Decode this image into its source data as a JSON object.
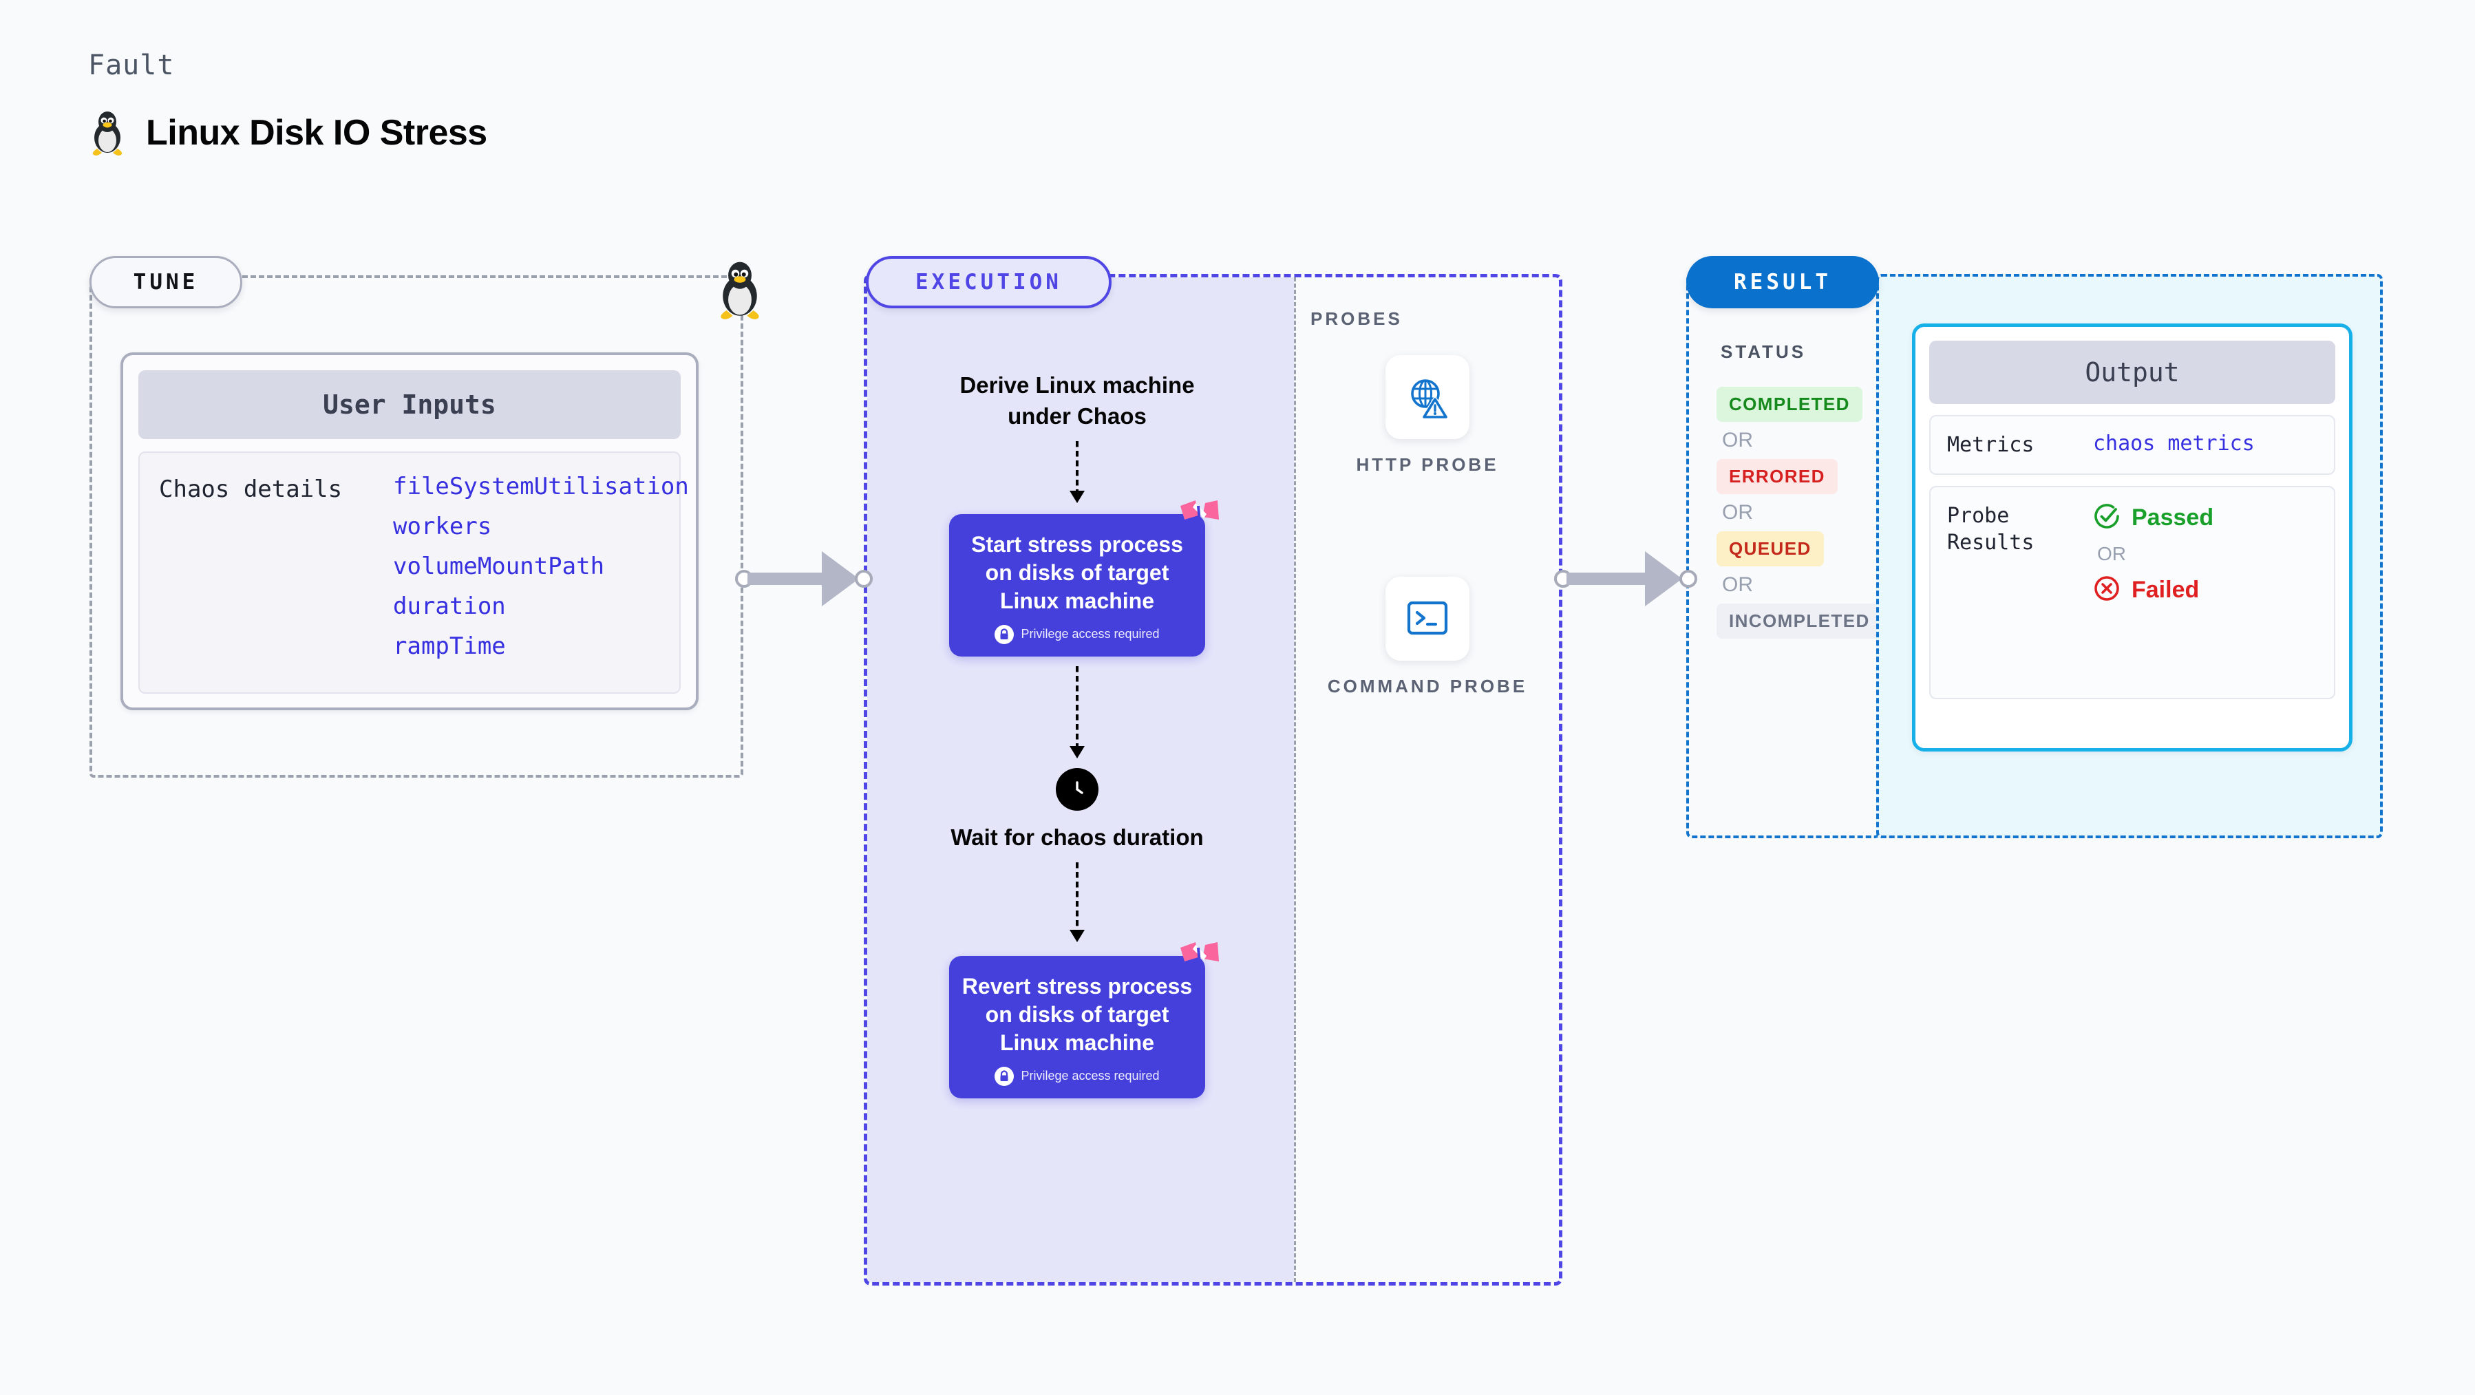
{
  "header": {
    "kicker": "Fault",
    "title": "Linux Disk IO Stress",
    "icon": "linux-tux-icon"
  },
  "tune": {
    "pill_label": "TUNE",
    "card": {
      "heading": "User Inputs",
      "key_label": "Chaos details",
      "values": [
        "fileSystemUtilisation",
        "workers",
        "volumeMountPath",
        "duration",
        "rampTime"
      ]
    },
    "border_icon": "linux-tux-icon"
  },
  "execution": {
    "pill_label": "EXECUTION",
    "steps": [
      {
        "type": "text",
        "label": "Derive Linux machine under Chaos"
      },
      {
        "type": "action-card",
        "label": "Start stress process on disks of target Linux machine",
        "privilege_note": "Privilege access required",
        "privilege_icon": "lock-icon",
        "ribbon_icon": "fault-ribbon-icon"
      },
      {
        "type": "clock",
        "icon": "clock-icon",
        "label": "Wait for chaos duration"
      },
      {
        "type": "action-card",
        "label": "Revert stress process on disks of target Linux machine",
        "privilege_note": "Privilege access required",
        "privilege_icon": "lock-icon",
        "ribbon_icon": "fault-ribbon-icon"
      }
    ]
  },
  "probes": {
    "label": "PROBES",
    "items": [
      {
        "icon": "globe-warning-icon",
        "caption": "HTTP PROBE"
      },
      {
        "icon": "terminal-icon",
        "caption": "COMMAND PROBE"
      }
    ]
  },
  "result": {
    "pill_label": "RESULT",
    "status_label": "STATUS",
    "or_label": "OR",
    "statuses": [
      {
        "label": "COMPLETED",
        "bg": "#dcf5dd",
        "fg": "#16891c"
      },
      {
        "label": "ERRORED",
        "bg": "#fde8e8",
        "fg": "#d61f1f"
      },
      {
        "label": "QUEUED",
        "bg": "#fdf0c7",
        "fg": "#c3281a"
      },
      {
        "label": "INCOMPLETED",
        "bg": "#eef0f5",
        "fg": "#6c7384"
      }
    ],
    "output": {
      "heading": "Output",
      "metrics_label": "Metrics",
      "metrics_value": "chaos metrics",
      "probe_results_label": "Probe Results",
      "passed_label": "Passed",
      "failed_label": "Failed",
      "or_label": "OR",
      "passed_icon": "check-circle-icon",
      "failed_icon": "x-circle-icon"
    }
  },
  "colors": {
    "accent_indigo": "#4540dc",
    "accent_blue": "#0a72cc",
    "accent_cyan": "#17b0e8",
    "ribbon_pink": "#f9659c",
    "pass_green": "#18a02a",
    "fail_red": "#e02020",
    "value_blue": "#3730e0"
  }
}
